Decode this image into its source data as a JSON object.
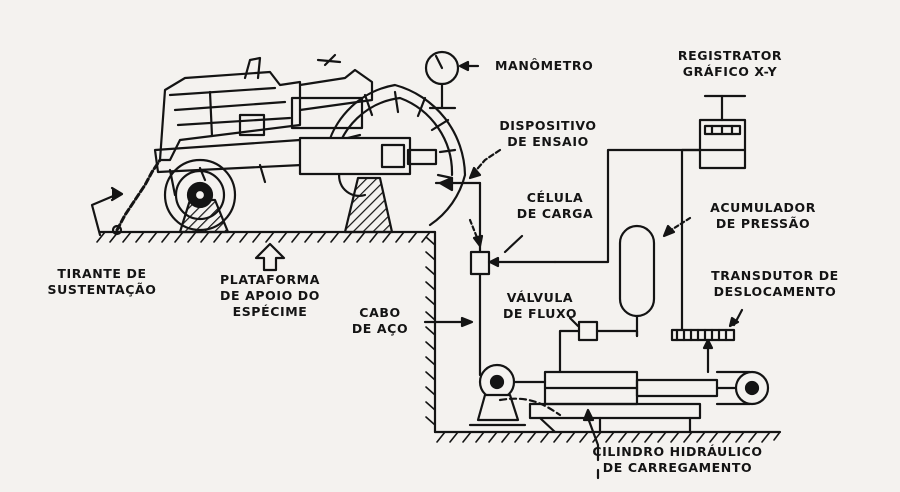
{
  "colors": {
    "ink": "#141414",
    "paper": "#f4f2ef"
  },
  "labels": {
    "manometro": "MANÔMETRO",
    "registrador": [
      "REGISTRATOR",
      "GRÁFICO X-Y"
    ],
    "dispositivo": [
      "DISPOSITIVO",
      "DE ENSAIO"
    ],
    "celula": [
      "CÉLULA",
      "DE CARGA"
    ],
    "acumulador": [
      "ACUMULADOR",
      "DE PRESSÃO"
    ],
    "transdutor": [
      "TRANSDUTOR DE",
      "DESLOCAMENTO"
    ],
    "tirante": [
      "TIRANTE DE",
      "SUSTENTAÇÃO"
    ],
    "plataforma": [
      "PLATAFORMA",
      "DE APOIO DO",
      "ESPÉCIME"
    ],
    "cabo": [
      "CABO",
      "DE AÇO"
    ],
    "valvula": [
      "VÁLVULA",
      "DE FLUXO"
    ],
    "cilindro": [
      "CILINDRO HIDRÁULICO",
      "DE CARREGAMENTO"
    ]
  }
}
